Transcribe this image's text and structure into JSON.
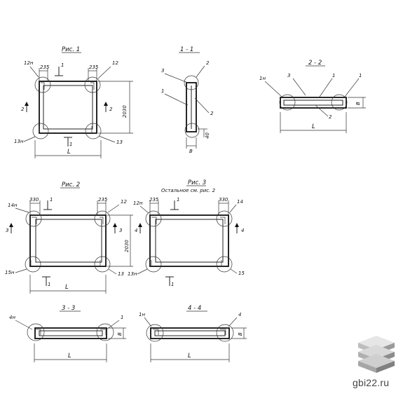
{
  "fig1": {
    "title": "Рис. 1",
    "d_left": "235",
    "d_right": "235",
    "lbl_tl": "12н",
    "lbl_tr": "12",
    "lbl_bl": "13н",
    "lbl_br": "13",
    "cut_top": "1",
    "cut_bot": "1",
    "cut_side": "2",
    "height": "2030",
    "length": "L"
  },
  "sec11": {
    "title": "1 - 1",
    "l3": "3",
    "l2a": "2",
    "l1": "1",
    "l2b": "2",
    "dim_b": "B",
    "dim_40": "40"
  },
  "sec22": {
    "title": "2 - 2",
    "l1n": "1н",
    "l3": "3",
    "l1a": "1",
    "l1b": "1",
    "l2": "2",
    "dim_b": "B",
    "length": "L"
  },
  "fig2": {
    "title": "Рис. 2",
    "d_left": "330",
    "d_right": "235",
    "lbl_tl": "14н",
    "lbl_tr": "12",
    "lbl_bl": "15н",
    "lbl_br": "13",
    "cut_top": "1",
    "cut_bot": "1",
    "cut_side": "3",
    "height": "2030",
    "length": "L"
  },
  "fig3": {
    "title": "Рис. 3",
    "subtitle": "Остальное см. рис. 2",
    "d_left": "235",
    "d_right": "330",
    "lbl_tl": "12н",
    "lbl_tr": "14",
    "lbl_bl": "13н",
    "lbl_br": "15",
    "cut_top": "1",
    "cut_bot": "1",
    "cut_side": "4"
  },
  "sec33": {
    "title": "3 - 3",
    "l4n": "4н",
    "l1": "1",
    "dim_b": "B",
    "length": "L"
  },
  "sec44": {
    "title": "4 - 4",
    "l1n": "1н",
    "l4": "4",
    "dim_b": "B",
    "length": "L"
  },
  "watermark": {
    "site": "gbi22.ru"
  }
}
